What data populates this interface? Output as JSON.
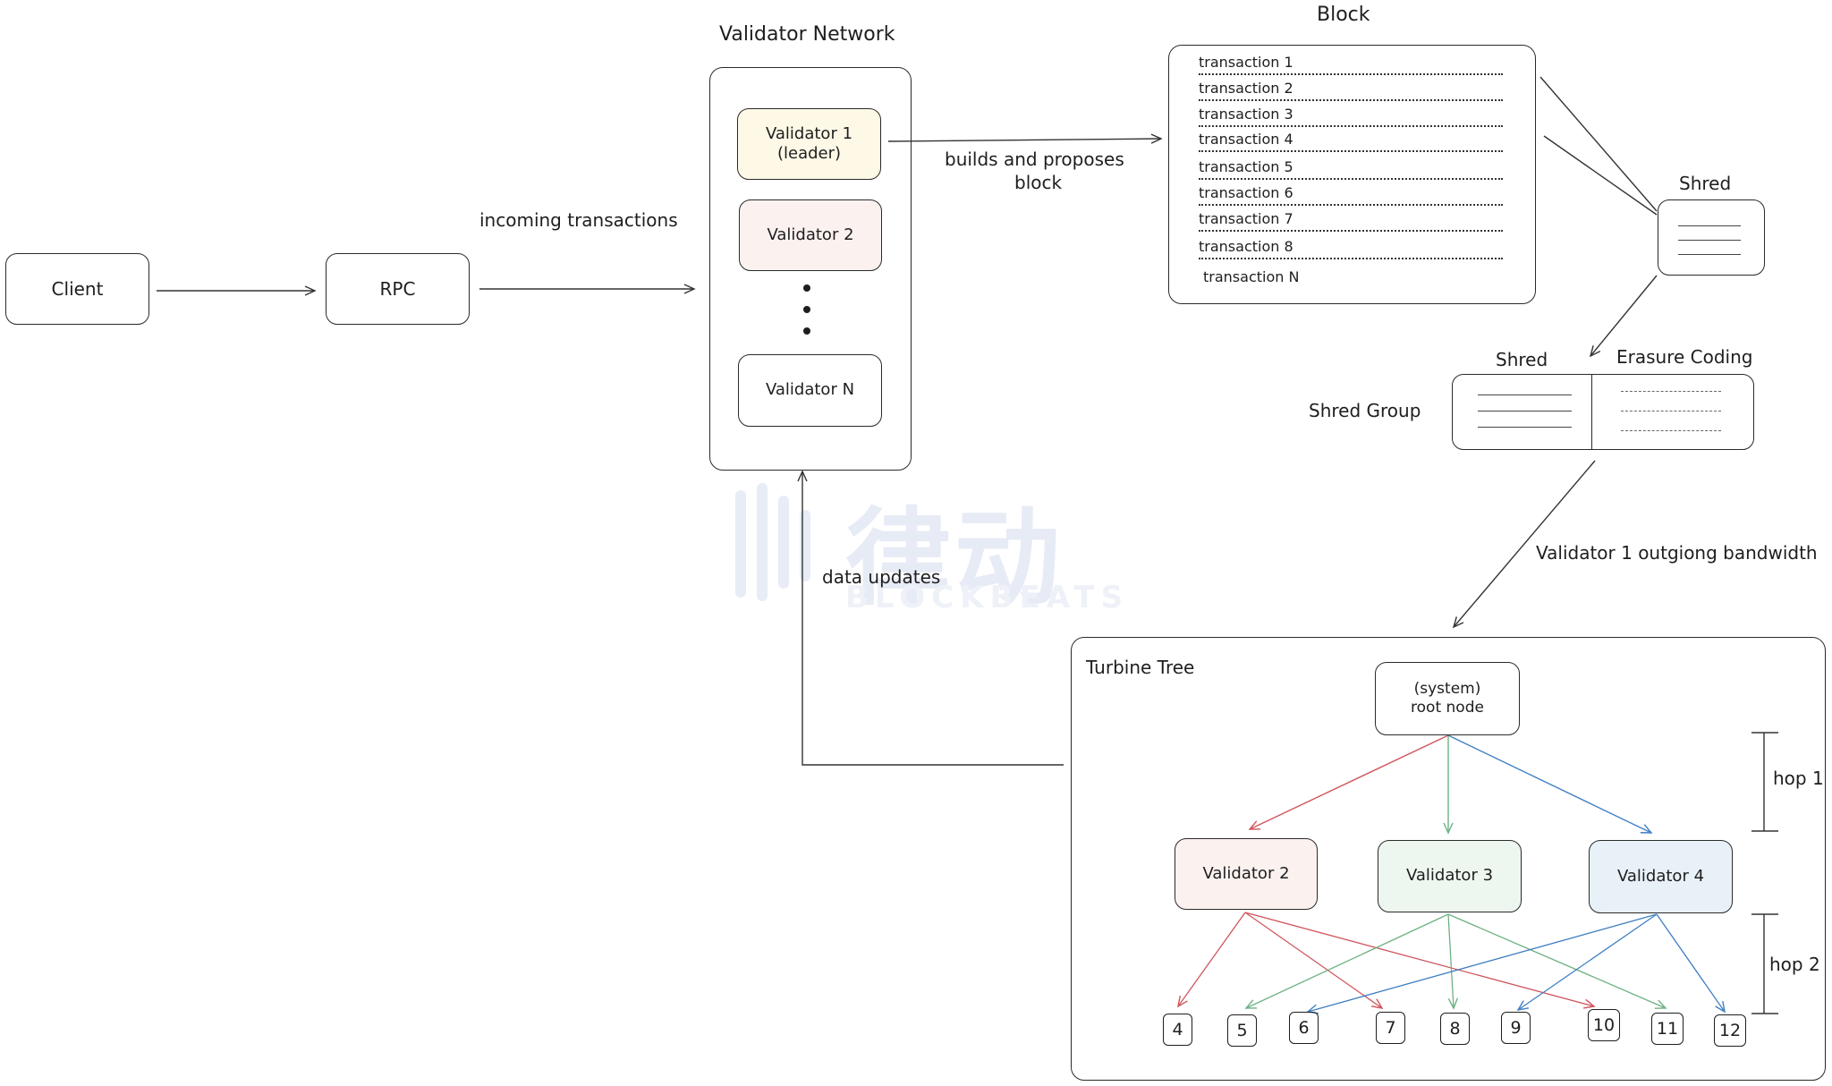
{
  "titles": {
    "validator_network": "Validator Network",
    "block": "Block",
    "shred_top": "Shred",
    "shred_group_header_shred": "Shred",
    "erasure_coding": "Erasure Coding",
    "shred_group": "Shred Group",
    "turbine_tree": "Turbine Tree"
  },
  "nodes": {
    "client": "Client",
    "rpc": "RPC",
    "validator1": "Validator 1",
    "validator1_sub": "(leader)",
    "validator2": "Validator 2",
    "validatorN": "Validator N",
    "root_line1": "(system)",
    "root_line2": "root node",
    "tv2": "Validator 2",
    "tv3": "Validator 3",
    "tv4": "Validator 4"
  },
  "edge_labels": {
    "incoming": "incoming transactions",
    "builds_line1": "builds and proposes",
    "builds_line2": "block",
    "bandwidth": "Validator 1 outgiong bandwidth",
    "data_updates": "data updates",
    "hop1": "hop 1",
    "hop2": "hop 2"
  },
  "transactions": [
    "transaction 1",
    "transaction 2",
    "transaction 3",
    "transaction 4",
    "transaction 5",
    "transaction 6",
    "transaction 7",
    "transaction 8",
    "transaction N"
  ],
  "leaf_nodes": [
    "4",
    "5",
    "6",
    "7",
    "8",
    "9",
    "10",
    "11",
    "12"
  ],
  "watermark": {
    "cn": "律动",
    "en": "BLOCKBEATS"
  },
  "colors": {
    "validator1_fill": "#fdf9e6",
    "validator2_fill": "#fbf2f0",
    "validator3_fill": "#edf7ef",
    "validator4_fill": "#e8f1f8",
    "red_edge": "#d0555c",
    "green_edge": "#6db183",
    "blue_edge": "#3f7fc2"
  }
}
